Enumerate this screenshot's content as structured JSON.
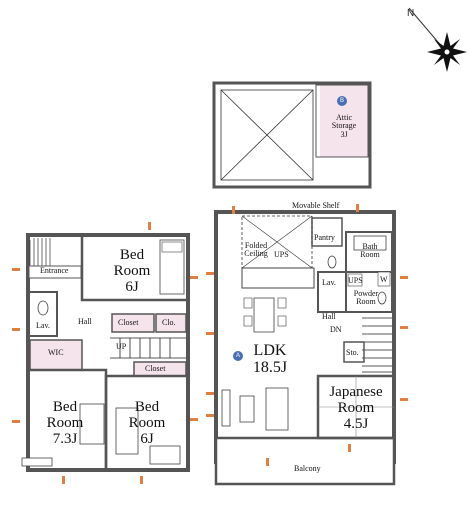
{
  "plan": {
    "compass_icon": "north-arrow-compass",
    "colors": {
      "wall": "#555555",
      "pink": "#f6e4ec",
      "stair": "#222222",
      "window": "#e08040",
      "badge": "#4a6fb0"
    },
    "attic": {
      "badge": "B",
      "name": "Attic",
      "name2": "Storage",
      "size": "3J"
    },
    "upper": {
      "entrance": "Entrance",
      "bedroom_ne": {
        "name1": "Bed",
        "name2": "Room",
        "size": "6J"
      },
      "lav": "Lav.",
      "hall": "Hall",
      "closet1": "Closet",
      "clo": "Clo.",
      "wic": "WIC",
      "up": "UP",
      "closet2": "Closet",
      "bedroom_sw": {
        "name1": "Bed",
        "name2": "Room",
        "size": "7.3J"
      },
      "bedroom_se": {
        "name1": "Bed",
        "name2": "Room",
        "size": "6J"
      }
    },
    "lower": {
      "movable_shelf": "Movable  Shelf",
      "pantry": "Pantry",
      "folded1": "Folded",
      "folded2": "Ceiling",
      "ups1": "UPS",
      "bath1": "Bath",
      "bath2": "Room",
      "lav": "Lav.",
      "ups2": "UPS",
      "w": "W",
      "powder1": "Powder",
      "powder2": "Room",
      "hall": "Hall",
      "dn": "DN",
      "sto": "Sto.",
      "ldk_badge": "A",
      "ldk": "LDK",
      "ldk_size": "18.5J",
      "japanese1": "Japanese",
      "japanese2": "Room",
      "japanese_size": "4.5J",
      "balcony": "Balcony"
    }
  }
}
